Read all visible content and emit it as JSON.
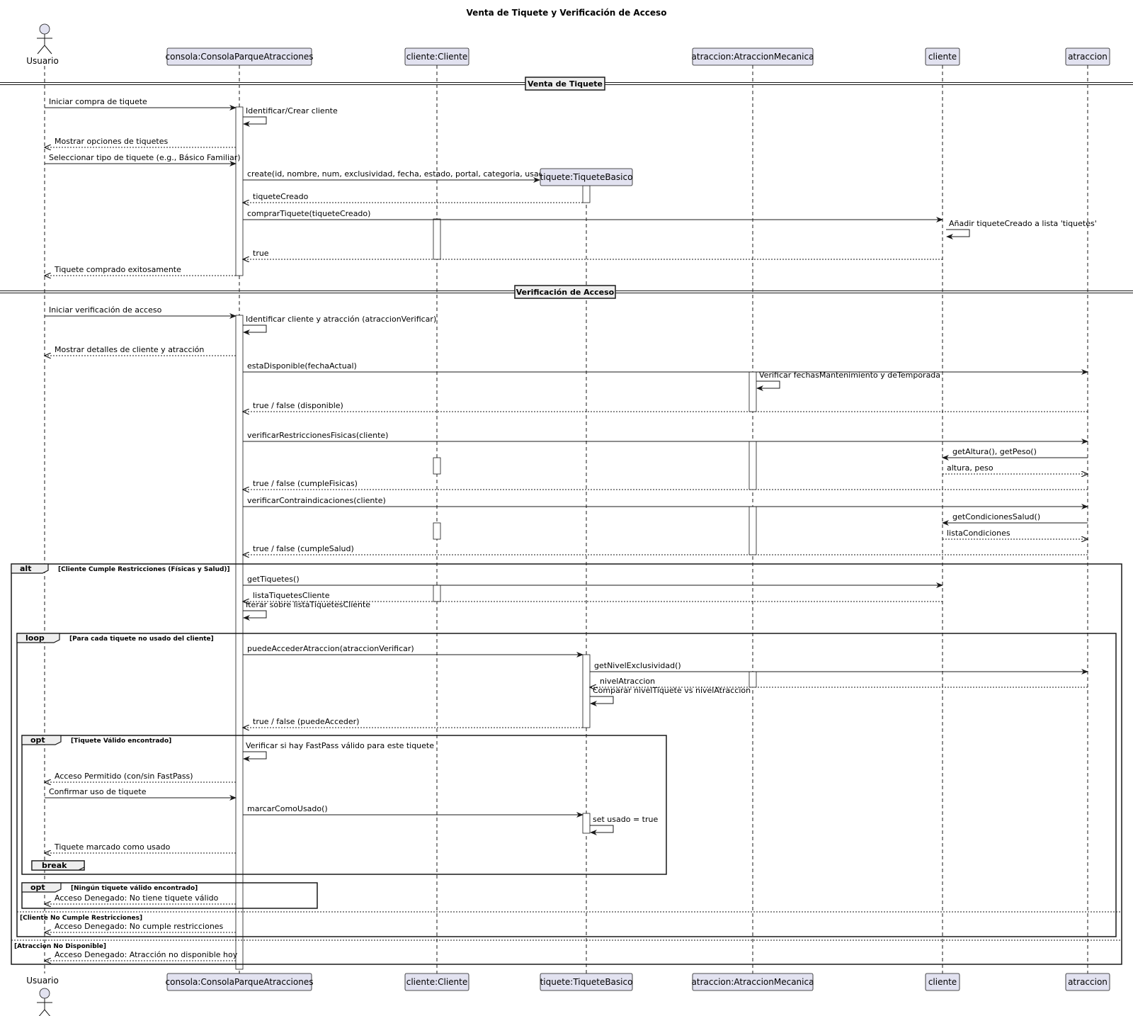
{
  "title": "Venta de Tiquete y Verificación de Acceso",
  "colors": {
    "participant_fill": "#E2E2F0",
    "participant_stroke": "#181818",
    "lifeline": "#181818",
    "activation_fill": "#FFFFFF"
  },
  "participants": [
    {
      "id": "usuario",
      "label": "Usuario",
      "kind": "actor"
    },
    {
      "id": "consola",
      "label": "consola:ConsolaParqueAtracciones",
      "kind": "box"
    },
    {
      "id": "clienteC",
      "label": "cliente:Cliente",
      "kind": "box"
    },
    {
      "id": "tiquete",
      "label": "tiquete:TiqueteBasico",
      "kind": "box"
    },
    {
      "id": "atraccionM",
      "label": "atraccion:AtraccionMecanica",
      "kind": "box"
    },
    {
      "id": "cliente",
      "label": "cliente",
      "kind": "box"
    },
    {
      "id": "atraccion",
      "label": "atraccion",
      "kind": "box"
    }
  ],
  "dividers": [
    {
      "label": "Venta de Tiquete"
    },
    {
      "label": "Verificación de Acceso"
    }
  ],
  "messages": [
    {
      "from": "usuario",
      "to": "consola",
      "label": "Iniciar compra de tiquete",
      "dashed": false
    },
    {
      "from": "consola",
      "to": "consola",
      "label": "Identificar/Crear cliente",
      "dashed": false
    },
    {
      "from": "consola",
      "to": "usuario",
      "label": "Mostrar opciones de tiquetes",
      "dashed": true
    },
    {
      "from": "usuario",
      "to": "consola",
      "label": "Seleccionar tipo de tiquete (e.g., Básico Familiar)",
      "dashed": false
    },
    {
      "from": "consola",
      "to": "tiquete",
      "label": "create(id, nombre, num, exclusividad, fecha, estado, portal, categoria, usado)",
      "dashed": false,
      "create": true
    },
    {
      "from": "tiquete",
      "to": "consola",
      "label": "tiqueteCreado",
      "dashed": true
    },
    {
      "from": "consola",
      "to": "cliente",
      "label": "comprarTiquete(tiqueteCreado)",
      "dashed": false
    },
    {
      "from": "cliente",
      "to": "cliente",
      "label": "Añadir tiqueteCreado a lista 'tiquetes'",
      "dashed": false
    },
    {
      "from": "cliente",
      "to": "consola",
      "label": "true",
      "dashed": true
    },
    {
      "from": "consola",
      "to": "usuario",
      "label": "Tiquete comprado exitosamente",
      "dashed": true
    },
    {
      "from": "usuario",
      "to": "consola",
      "label": "Iniciar verificación de acceso",
      "dashed": false
    },
    {
      "from": "consola",
      "to": "consola",
      "label": "Identificar cliente y atracción (atraccionVerificar)",
      "dashed": false
    },
    {
      "from": "consola",
      "to": "usuario",
      "label": "Mostrar detalles de cliente y atracción",
      "dashed": true
    },
    {
      "from": "consola",
      "to": "atraccion",
      "label": "estaDisponible(fechaActual)",
      "dashed": false
    },
    {
      "from": "atraccionM",
      "to": "atraccionM",
      "label": "Verificar fechasMantenimiento y deTemporada",
      "dashed": false
    },
    {
      "from": "atraccion",
      "to": "consola",
      "label": "true / false (disponible)",
      "dashed": true
    },
    {
      "from": "consola",
      "to": "atraccion",
      "label": "verificarRestriccionesFisicas(cliente)",
      "dashed": false
    },
    {
      "from": "atraccion",
      "to": "cliente",
      "label": "getAltura(), getPeso()",
      "dashed": false
    },
    {
      "from": "cliente",
      "to": "atraccion",
      "label": "altura, peso",
      "dashed": true
    },
    {
      "from": "atraccion",
      "to": "consola",
      "label": "true / false (cumpleFisicas)",
      "dashed": true
    },
    {
      "from": "consola",
      "to": "atraccion",
      "label": "verificarContraindicaciones(cliente)",
      "dashed": false
    },
    {
      "from": "atraccion",
      "to": "cliente",
      "label": "getCondicionesSalud()",
      "dashed": false
    },
    {
      "from": "cliente",
      "to": "atraccion",
      "label": "listaCondiciones",
      "dashed": true
    },
    {
      "from": "atraccion",
      "to": "consola",
      "label": "true / false (cumpleSalud)",
      "dashed": true
    },
    {
      "from": "consola",
      "to": "cliente",
      "label": "getTiquetes()",
      "dashed": false
    },
    {
      "from": "cliente",
      "to": "consola",
      "label": "listaTiquetesCliente",
      "dashed": true
    },
    {
      "from": "consola",
      "to": "consola",
      "label": "Iterar sobre listaTiquetesCliente",
      "dashed": false
    },
    {
      "from": "consola",
      "to": "tiquete",
      "label": "puedeAccederAtraccion(atraccionVerificar)",
      "dashed": false
    },
    {
      "from": "tiquete",
      "to": "atraccion",
      "label": "getNivelExclusividad()",
      "dashed": false
    },
    {
      "from": "atraccion",
      "to": "tiquete",
      "label": "nivelAtraccion",
      "dashed": true
    },
    {
      "from": "tiquete",
      "to": "tiquete",
      "label": "Comparar nivelTiquete vs nivelAtraccion",
      "dashed": false
    },
    {
      "from": "tiquete",
      "to": "consola",
      "label": "true / false (puedeAcceder)",
      "dashed": true
    },
    {
      "from": "consola",
      "to": "consola",
      "label": "Verificar si hay FastPass válido para este tiquete",
      "dashed": false
    },
    {
      "from": "consola",
      "to": "usuario",
      "label": "Acceso Permitido (con/sin FastPass)",
      "dashed": true
    },
    {
      "from": "usuario",
      "to": "consola",
      "label": "Confirmar uso de tiquete",
      "dashed": false
    },
    {
      "from": "consola",
      "to": "tiquete",
      "label": "marcarComoUsado()",
      "dashed": false
    },
    {
      "from": "tiquete",
      "to": "tiquete",
      "label": "set usado = true",
      "dashed": false
    },
    {
      "from": "consola",
      "to": "usuario",
      "label": "Tiquete marcado como usado",
      "dashed": true
    },
    {
      "from": "consola",
      "to": "usuario",
      "label": "Acceso Denegado: No tiene tiquete válido",
      "dashed": true
    },
    {
      "from": "consola",
      "to": "usuario",
      "label": "Acceso Denegado: No cumple restricciones",
      "dashed": true
    },
    {
      "from": "consola",
      "to": "usuario",
      "label": "Acceso Denegado: Atracción no disponible hoy",
      "dashed": true
    }
  ],
  "fragments": [
    {
      "keyword": "alt",
      "guard": "[Cliente Cumple Restricciones (Físicas y Salud)]",
      "else_guards": [
        "[Cliente No Cumple Restricciones]",
        "[Atraccion No Disponible]"
      ]
    },
    {
      "keyword": "loop",
      "guard": "[Para cada tiquete no usado del cliente]"
    },
    {
      "keyword": "opt",
      "guard": "[Tiquete Válido encontrado]"
    },
    {
      "keyword": "break",
      "guard": ""
    },
    {
      "keyword": "opt",
      "guard": "[Ningún tiquete válido encontrado]"
    }
  ]
}
